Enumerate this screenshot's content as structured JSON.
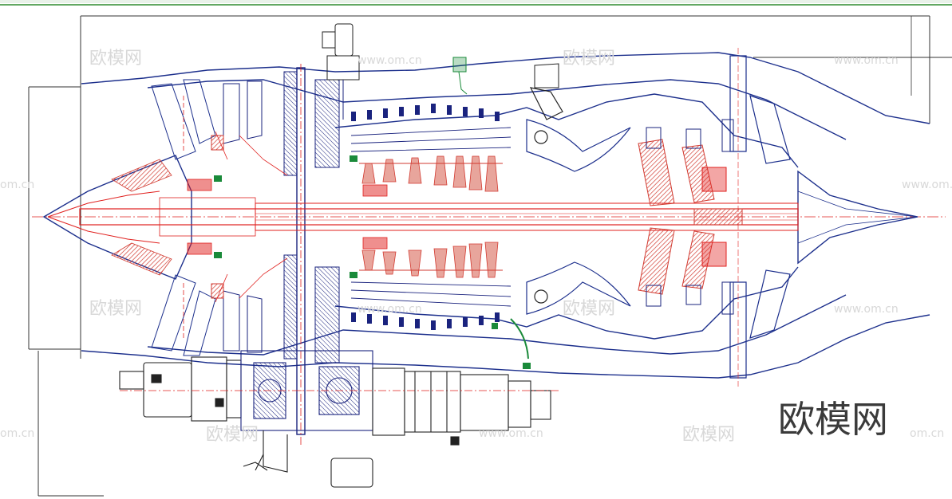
{
  "watermark": {
    "brand_cn": "欧模网",
    "url": "www.om.cn",
    "url_edge": "om.cn"
  },
  "colors": {
    "frame_green": "#2e8b2e",
    "outline": "#1c2f8c",
    "navy": "#1a237e",
    "red": "#e0201e",
    "hatch_red": "#d23a30",
    "green_part": "#1a8a3a",
    "dark_line": "#222222"
  },
  "icons": {
    "engine": "turbofan-cross-section-drawing",
    "gearbox": "accessory-gearbox-drawing"
  }
}
